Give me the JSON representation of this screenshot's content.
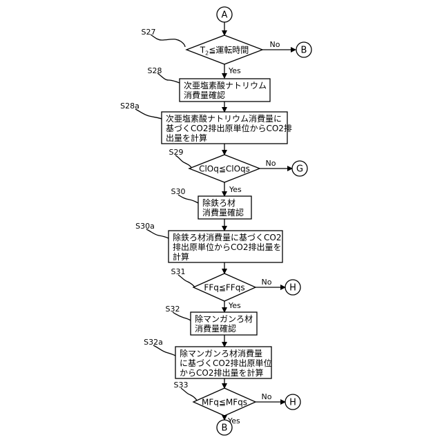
{
  "connectors": {
    "a": "A",
    "b_top": "B",
    "g": "G",
    "h1": "H",
    "h2": "H",
    "b_bottom": "B"
  },
  "steps": {
    "s27": {
      "label": "S27",
      "condition_var": "T",
      "condition_sub": "2",
      "condition_rest": "≦運転時間",
      "no": "No",
      "yes": "Yes"
    },
    "s28": {
      "label": "S28",
      "lines": [
        "次亜塩素酸ナトリウム",
        "消費量確認"
      ]
    },
    "s28a": {
      "label": "S28a",
      "lines": [
        "次亜塩素酸ナトリウム消費量に",
        "基づくCO2排出原単位からCO2排",
        "出量を計算"
      ]
    },
    "s29": {
      "label": "S29",
      "condition": "ClOq≦ClOqs",
      "no": "No",
      "yes": "Yes"
    },
    "s30": {
      "label": "S30",
      "lines": [
        "除鉄ろ材",
        "消費量確認"
      ]
    },
    "s30a": {
      "label": "S30a",
      "lines": [
        "除鉄ろ材消費量に基づくCO2",
        "排出原単位からCO2排出量を",
        "計算"
      ]
    },
    "s31": {
      "label": "S31",
      "condition": "FFq≦FFqs",
      "no": "No",
      "yes": "Yes"
    },
    "s32": {
      "label": "S32",
      "lines": [
        "除マンガンろ材",
        "消費量確認"
      ]
    },
    "s32a": {
      "label": "S32a",
      "lines": [
        "除マンガンろ材消費量",
        "に基づくCO2排出原単位",
        "からCO2排出量を計算"
      ]
    },
    "s33": {
      "label": "S33",
      "condition": "MFq≦MFqs",
      "no": "No",
      "yes": "Yes"
    }
  }
}
